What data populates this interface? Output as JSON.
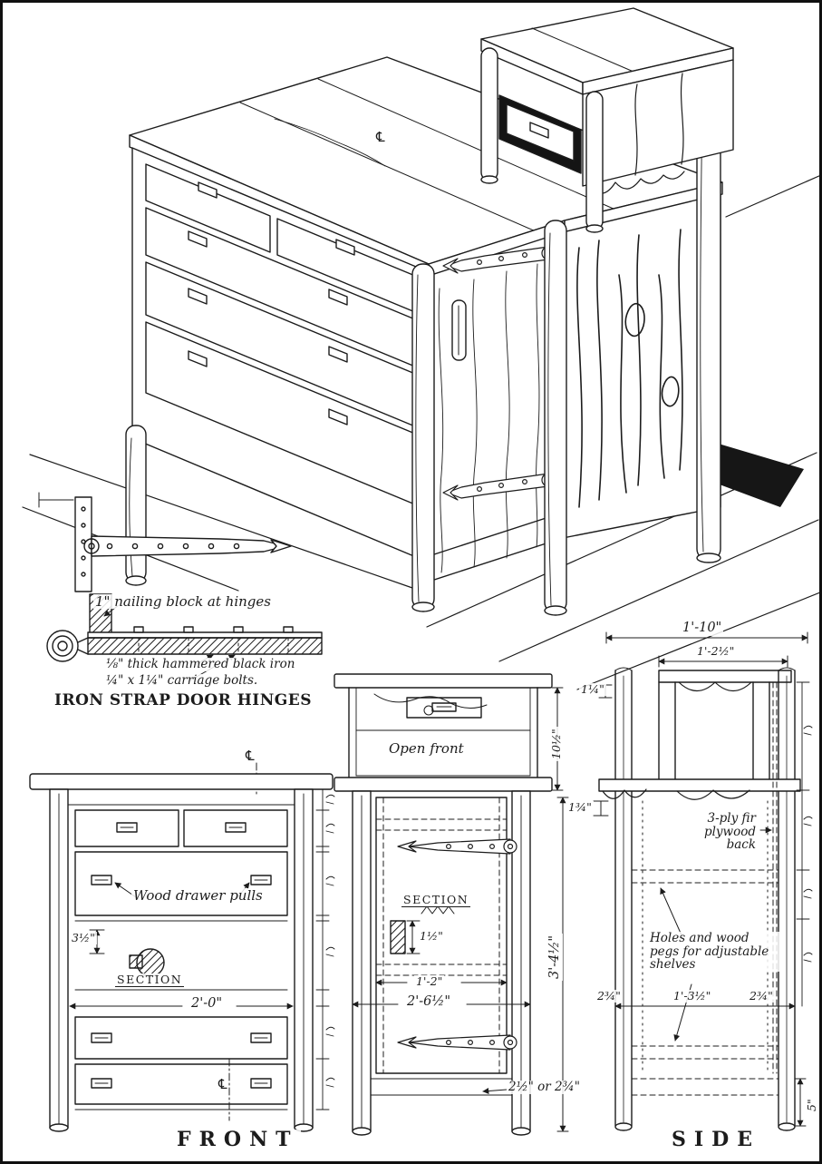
{
  "drawing": {
    "ink_color": "#1c1c1c",
    "paper_color": "#ffffff"
  },
  "perspective": {
    "centerline_symbol": "℄"
  },
  "hinge_detail": {
    "note_nailing_block": "1\" nailing block at hinges",
    "note_iron_thickness": "⅛\" thick hammered black iron",
    "note_carriage_bolts": "¼\" x 1¼\" carriage bolts.",
    "title": "IRON STRAP DOOR HINGES"
  },
  "front_view": {
    "centerline_top": "℄",
    "centerline_bottom": "℄",
    "pulls_note": "Wood drawer pulls",
    "section_label": "SECTION",
    "section_dim": "3½\"",
    "dim_width": "2'-0\"",
    "title": "FRONT"
  },
  "center_view": {
    "open_front_label": "Open front",
    "section_label": "SECTION",
    "section_dim": "1½\"",
    "dim_upper_height": "10½\"",
    "dim_door_width": "1'-2\"",
    "dim_overall_width": "2'-6½\"",
    "dim_overall_height": "3'-4½\"",
    "note_bottom_rail": "2½\" or 2¾\""
  },
  "side_view": {
    "dim_overall_depth": "1'-10\"",
    "dim_top_depth": "1'-2½\"",
    "dim_post_top": "1¼\"",
    "dim_post_mid": "1¾\"",
    "note_plywood": "3-ply fir plywood back",
    "note_pegs": "Holes and wood pegs for adjustable shelves",
    "dim_bottom_front": "2¾\"",
    "dim_bottom_middle": "1'-3½\"",
    "dim_bottom_back": "2¾\"",
    "dim_leg_height": "5\"",
    "title": "SIDE"
  }
}
